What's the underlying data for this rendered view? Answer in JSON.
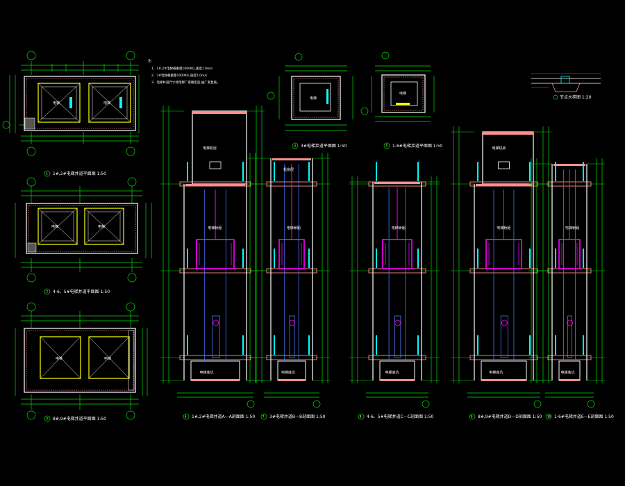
{
  "drawing": {
    "background": "#000000",
    "colors": {
      "dimension": "#00e000",
      "wall": "#ffffff",
      "hatch": "#ff9090",
      "car": "#ff00ff",
      "guide": "#4a78ff",
      "door": "#ffff00",
      "accent": "#00ffff",
      "text": "#ffffff"
    },
    "notes": [
      "1、1#,2#电梯载重量1000KG,速度1.0m/s",
      "2、3#电梯载重量1000KG,速度1.0m/s",
      "3、电梯井道尺寸待电梯厂家确定后,由厂家复核。"
    ],
    "plans": [
      {
        "id": "plan-a",
        "caption": "1#,2#电梯井道平面图 1:50",
        "marker": "1",
        "room_labels": [
          "电梯",
          "电梯"
        ]
      },
      {
        "id": "plan-b",
        "caption": "4-6、5#电梯井道平面图 1:50",
        "marker": "2",
        "room_labels": [
          "电梯",
          "电梯"
        ]
      },
      {
        "id": "plan-c",
        "caption": "8#,9#电梯井道平面图 1:50",
        "marker": "3",
        "room_labels": [
          "电梯",
          "电梯"
        ]
      },
      {
        "id": "plan-d",
        "caption": "3#电梯井道平面图 1:50",
        "marker": "4",
        "room_labels": [
          "电梯"
        ]
      },
      {
        "id": "plan-e",
        "caption": "1-6#电梯井道平面图 1:50",
        "marker": "5",
        "room_labels": [
          "电梯"
        ]
      }
    ],
    "detail": {
      "caption": "节点大样图 1:20"
    },
    "sections": [
      {
        "id": "sec-1",
        "caption": "1#,2#电梯井道A—A剖面图 1:50",
        "marker": "6",
        "top_label": "电梯机房",
        "car_label": "电梯轿厢",
        "pit_label": "电梯底坑"
      },
      {
        "id": "sec-2",
        "caption": "3#电梯井道B—B剖面图 1:50",
        "marker": "7",
        "top_label": "机房层",
        "car_label": "电梯轿厢",
        "pit_label": "电梯底坑"
      },
      {
        "id": "sec-3",
        "caption": "4-6、5#电梯井道C—C剖面图 1:50",
        "marker": "8",
        "top_label": "",
        "car_label": "电梯轿厢",
        "pit_label": "电梯底坑"
      },
      {
        "id": "sec-4",
        "caption": "8#,9#电梯井道D—D剖面图 1:50",
        "marker": "9",
        "top_label": "电梯机房",
        "car_label": "电梯轿厢",
        "pit_label": "电梯底坑"
      },
      {
        "id": "sec-5",
        "caption": "1-6#电梯井道E—E剖面图 1:50",
        "marker": "10",
        "top_label": "",
        "car_label": "电梯轿厢",
        "pit_label": "电梯底坑"
      }
    ]
  }
}
